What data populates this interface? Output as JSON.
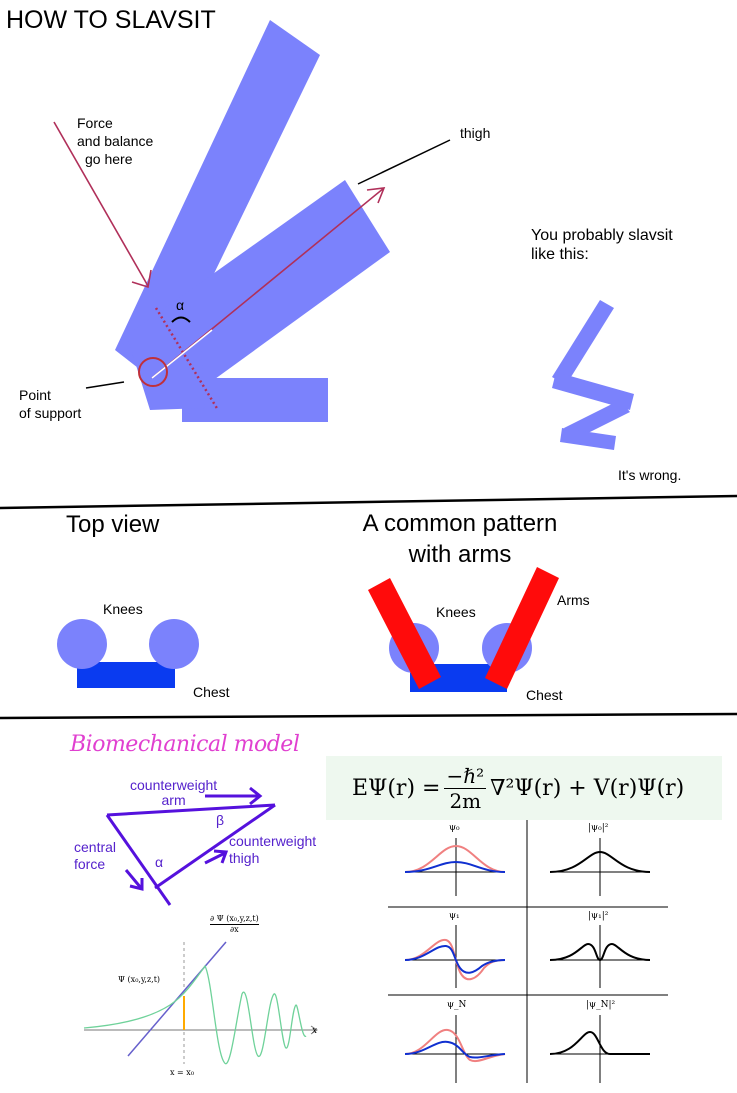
{
  "title": "HOW TO SLAVSIT",
  "labels": {
    "force": [
      "Force",
      "and balance",
      "go here"
    ],
    "thigh": "thigh",
    "alpha": "α",
    "support": [
      "Point",
      "of support"
    ],
    "probably": [
      "You probably slavsit",
      "like this:"
    ],
    "wrong": "It's wrong."
  },
  "top_view": {
    "title": "Top view",
    "knees": "Knees",
    "chest": "Chest"
  },
  "arms_view": {
    "title": [
      "A common pattern",
      "with arms"
    ],
    "knees": "Knees",
    "chest": "Chest",
    "arms": "Arms"
  },
  "model": {
    "title": "Biomechanical model",
    "counterweight_arm": [
      "counterweight",
      "arm"
    ],
    "central_force": [
      "central",
      "force"
    ],
    "counterweight_thigh": [
      "counterweight",
      "thigh"
    ],
    "alpha": "α",
    "beta": "β"
  },
  "equation": {
    "lhs": "EΨ(r) =",
    "num": "−ℏ²",
    "den": "2m",
    "rhs": "∇²Ψ(r) + V(r)Ψ(r)"
  },
  "derivative_plot": {
    "top_label_num": "∂ Ψ (x₀,y,z,t)",
    "top_label_den": "∂x",
    "psi_label": "Ψ (x₀,y,z,t)",
    "x_label": "x",
    "x0_label": "x = x₀"
  },
  "wavefunctions": {
    "labels": [
      "ψ₀",
      "|ψ₀|²",
      "ψ₁",
      "|ψ₁|²",
      "ψ_N",
      "|ψ_N|²"
    ]
  },
  "colors": {
    "body": "#7b82fc",
    "chest": "#0a3bf0",
    "arm": "#ff0b0b",
    "arrow": "#b0305a",
    "model_line": "#5511dd"
  }
}
